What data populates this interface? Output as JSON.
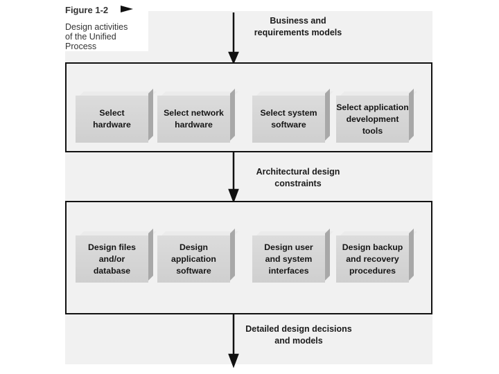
{
  "figure": {
    "number": "Figure 1-2",
    "description": "Design activities\nof the Unified\nProcess"
  },
  "flow_labels": {
    "top": "Business and\nrequirements models",
    "middle": "Architectural design\nconstraints",
    "bottom": "Detailed design decisions\nand models"
  },
  "groups": [
    {
      "boxes": [
        "Select\nhardware",
        "Select network\nhardware",
        "Select system\nsoftware",
        "Select application\ndevelopment tools"
      ]
    },
    {
      "boxes": [
        "Design files\nand/or\ndatabase",
        "Design\napplication\nsoftware",
        "Design user\nand system\ninterfaces",
        "Design backup\nand recovery\nprocedures"
      ]
    }
  ]
}
